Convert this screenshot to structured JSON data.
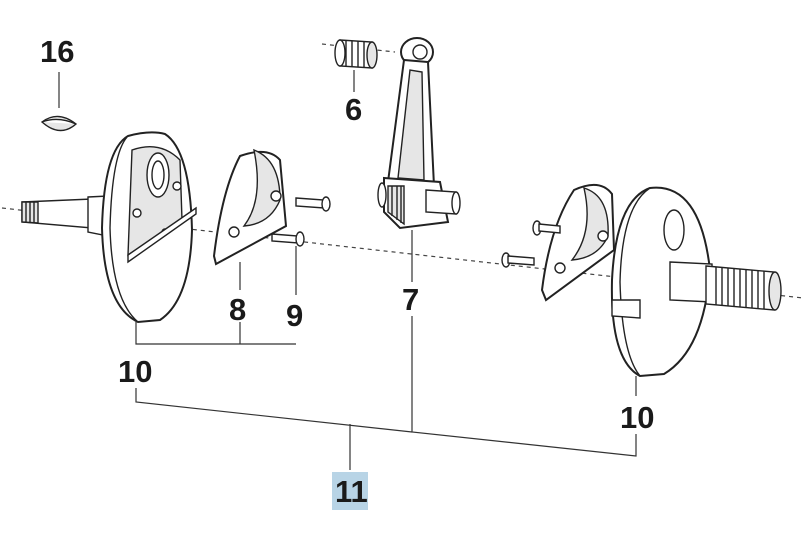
{
  "callouts": {
    "c16": "16",
    "c6": "6",
    "c8": "8",
    "c9": "9",
    "c7": "7",
    "c10_left": "10",
    "c10_right": "10",
    "c11": "11"
  },
  "colors": {
    "highlight": "#b8d4e6",
    "ink": "#1a1a1a"
  }
}
